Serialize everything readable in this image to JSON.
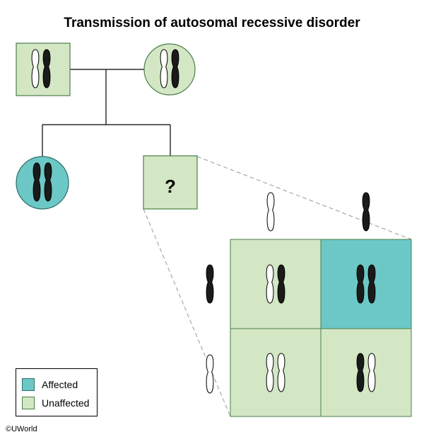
{
  "title": "Transmission of autosomal recessive disorder",
  "copyright": "©UWorld",
  "question_mark": "?",
  "colors": {
    "affected": "#6cc8c6",
    "unaffected": "#d4e7c4",
    "border": "#4a7f4a",
    "chromosome_normal": "#ffffff",
    "chromosome_mutant": "#1a1a1a",
    "line": "#000000",
    "dashed": "#999999"
  },
  "legend": {
    "affected_label": "Affected",
    "unaffected_label": "Unaffected"
  },
  "pedigree": {
    "father": {
      "sex": "male",
      "status": "unaffected",
      "alleles": [
        "normal",
        "mutant"
      ]
    },
    "mother": {
      "sex": "female",
      "status": "unaffected",
      "alleles": [
        "normal",
        "mutant"
      ]
    },
    "child_1": {
      "sex": "female",
      "status": "affected",
      "alleles": [
        "mutant",
        "mutant"
      ]
    },
    "child_2": {
      "sex": "male",
      "status": "unaffected",
      "alleles": "unknown"
    }
  },
  "punnett": {
    "columns": [
      "normal",
      "mutant"
    ],
    "rows": [
      "mutant",
      "normal"
    ],
    "cells": [
      [
        {
          "status": "unaffected",
          "alleles": [
            "normal",
            "mutant"
          ]
        },
        {
          "status": "affected",
          "alleles": [
            "mutant",
            "mutant"
          ]
        }
      ],
      [
        {
          "status": "unaffected",
          "alleles": [
            "normal",
            "normal"
          ]
        },
        {
          "status": "unaffected",
          "alleles": [
            "mutant",
            "normal"
          ]
        }
      ]
    ]
  }
}
